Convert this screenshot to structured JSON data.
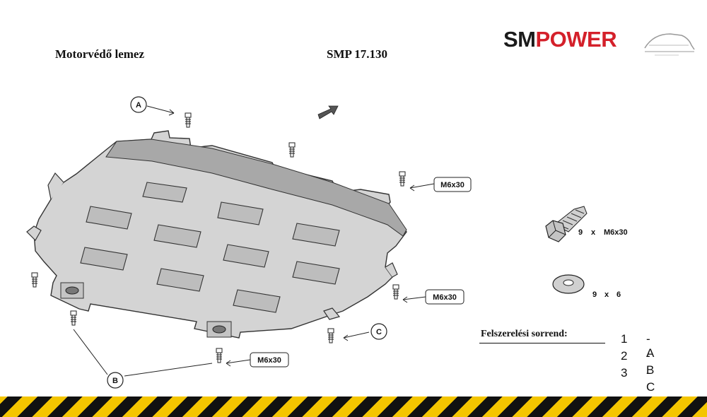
{
  "header": {
    "title": "Motorvédő lemez",
    "code": "SMP 17.130",
    "logo": {
      "part1": "SM",
      "part2": "POWER",
      "color1": "#1b1b1b",
      "color2": "#d4202a"
    }
  },
  "callouts": {
    "A": "A",
    "B": "B",
    "C": "C",
    "bolt1": "M6x30",
    "bolt2": "M6x30",
    "bolt3": "M6x30"
  },
  "hardware": {
    "bolt": {
      "qty": "9",
      "x": "x",
      "size": "M6x30"
    },
    "washer": {
      "qty": "9",
      "x": "x",
      "size": "6"
    }
  },
  "sequence": {
    "title": "Felszerelési sorrend:",
    "steps": [
      {
        "num": "1",
        "label": "- A"
      },
      {
        "num": "2",
        "label": "- B"
      },
      {
        "num": "3",
        "label": "- C"
      }
    ]
  },
  "colors": {
    "stripe_yellow": "#f4c500",
    "stripe_black": "#111111"
  }
}
